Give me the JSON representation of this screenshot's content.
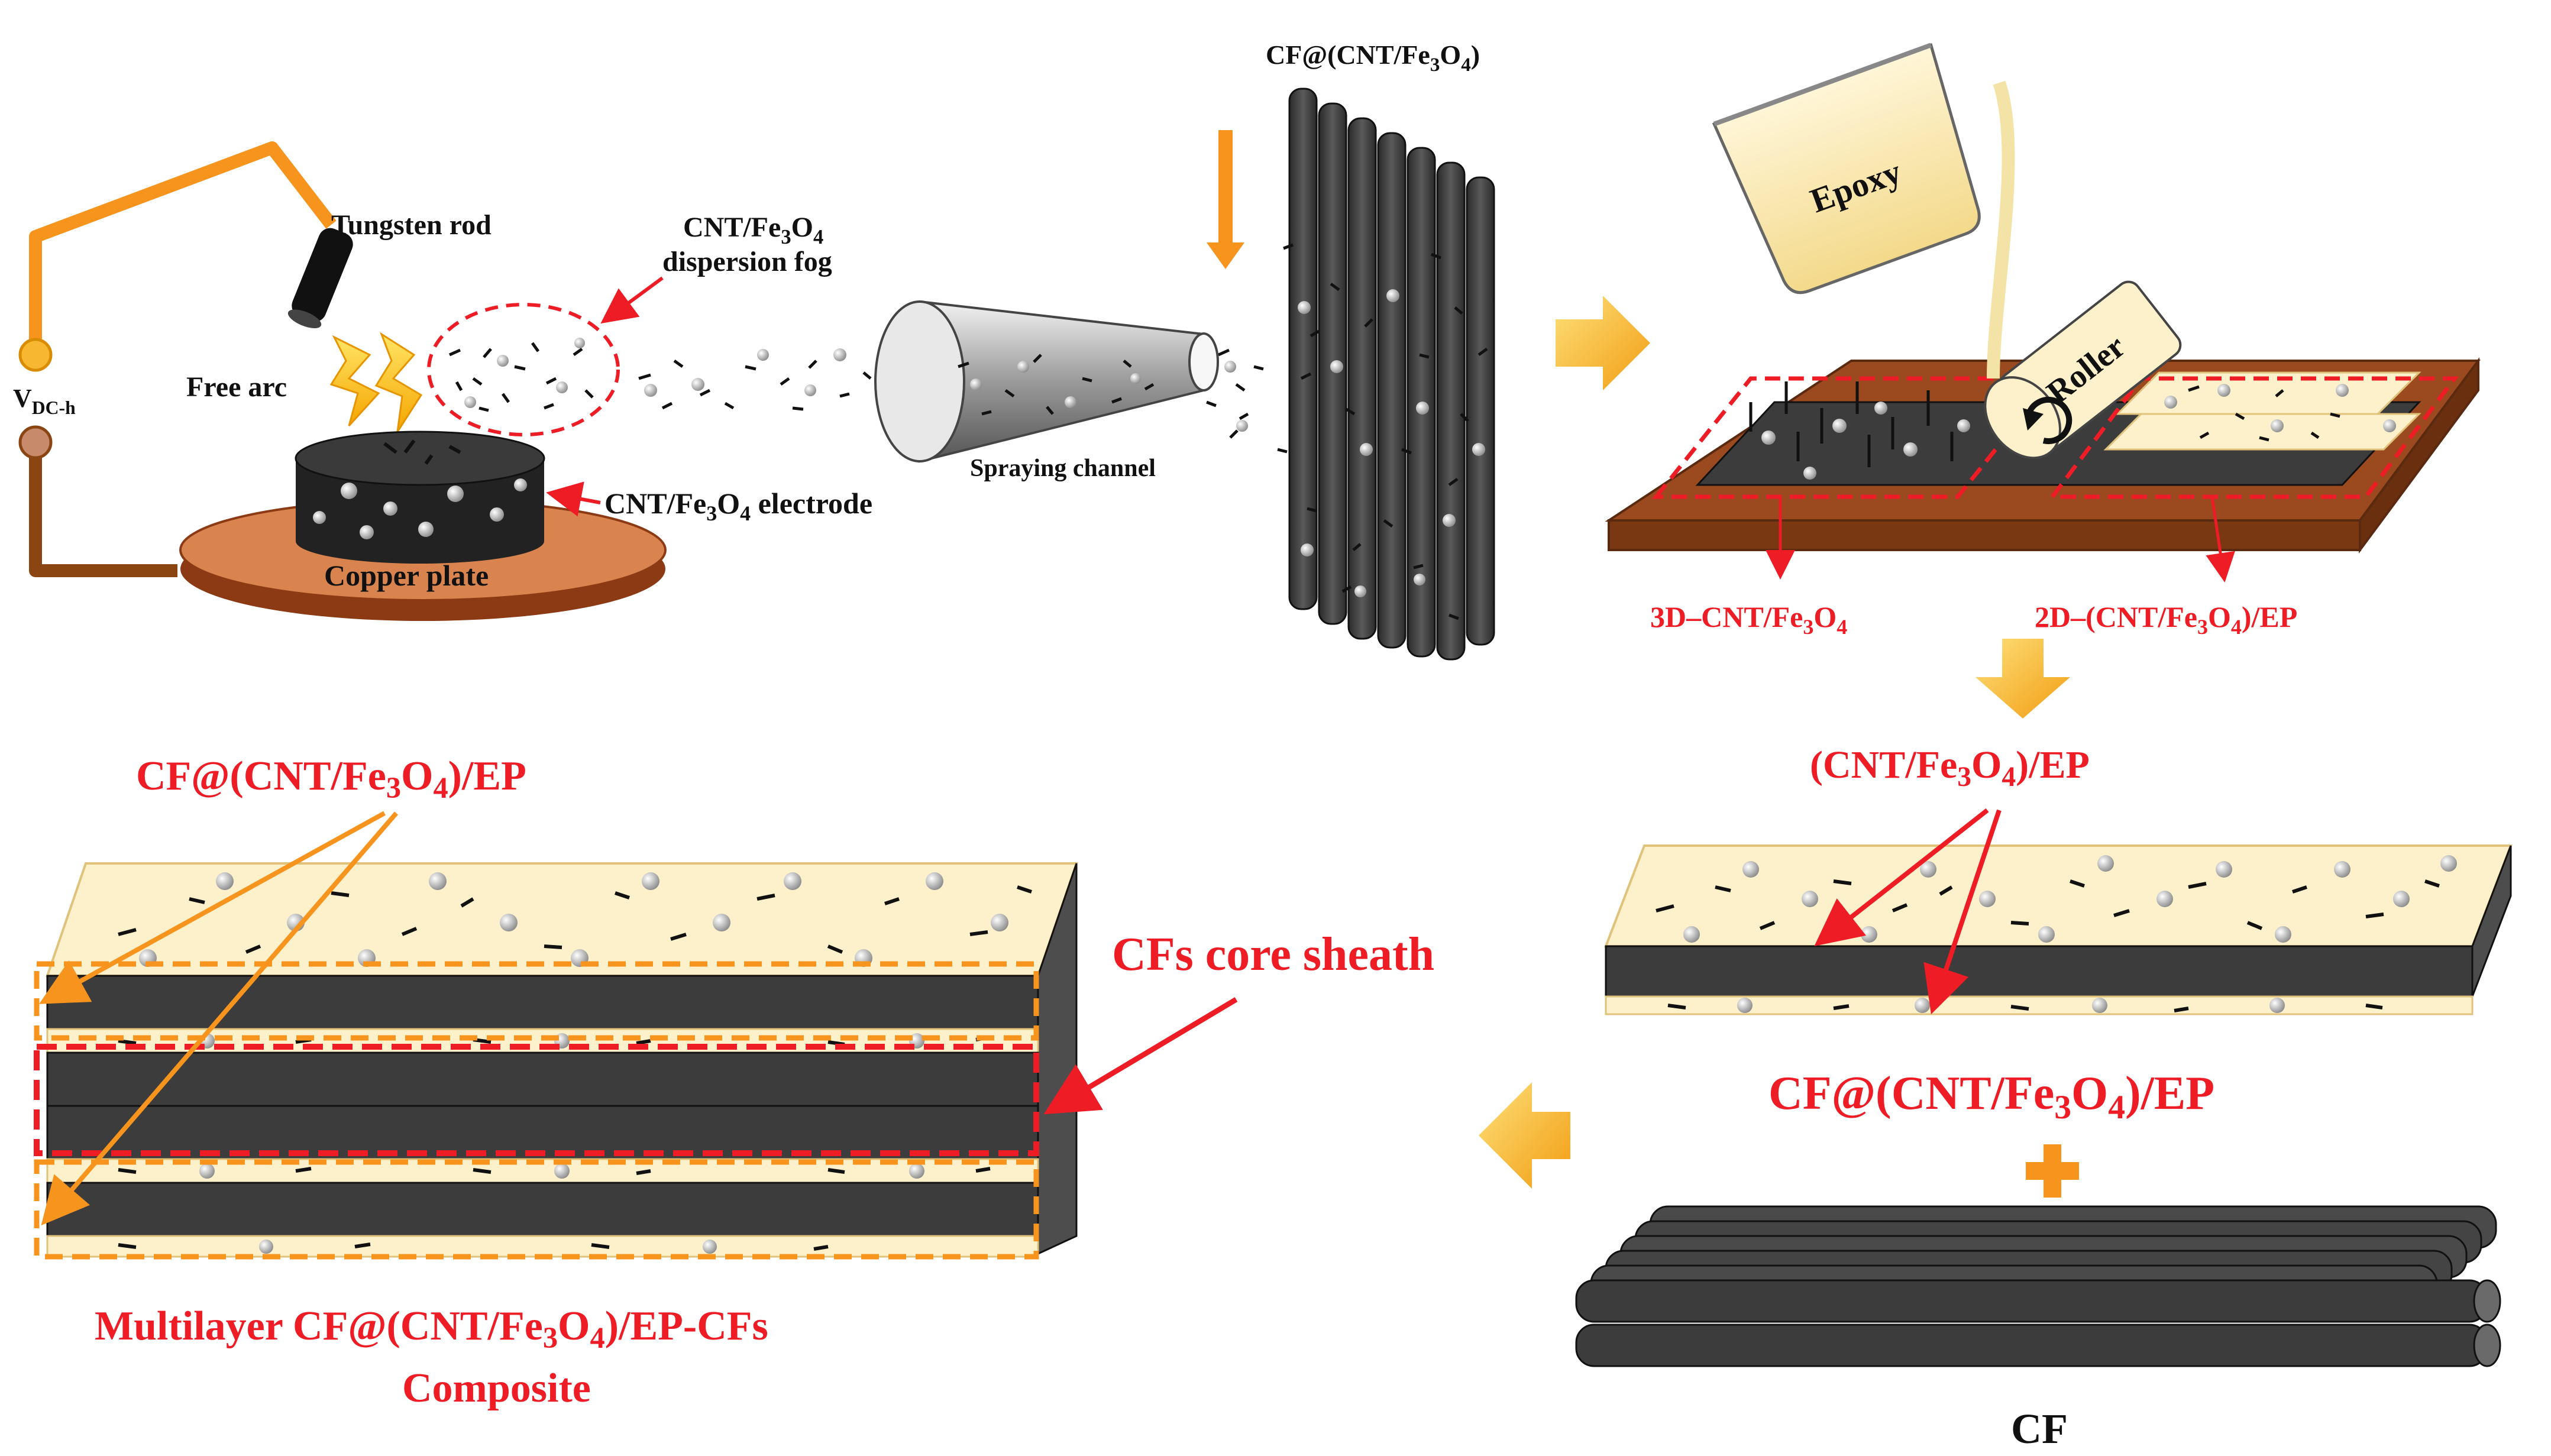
{
  "labels": {
    "tungsten_rod": "Tungsten rod",
    "free_arc": "Free arc",
    "vdc_main": "V",
    "vdc_sub": "DC-h",
    "copper_plate": "Copper plate",
    "electrode_a": "CNT/Fe",
    "electrode_b": "3",
    "electrode_c": "O",
    "electrode_d": "4",
    "electrode_e": " electrode",
    "fog_line1_a": "CNT/Fe",
    "fog_line1_b": "3",
    "fog_line1_c": "O",
    "fog_line1_d": "4",
    "fog_line2": "dispersion fog",
    "spraying_channel": "Spraying channel",
    "cf_top_a": "CF@(CNT/Fe",
    "cf_top_b": "3",
    "cf_top_c": "O",
    "cf_top_d": "4",
    "cf_top_e": ")",
    "epoxy": "Epoxy",
    "roller": "Roller",
    "label_3d_a": "3D–CNT/Fe",
    "label_3d_b": "3",
    "label_3d_c": "O",
    "label_3d_d": "4",
    "label_2d_a": "2D–(CNT/Fe",
    "label_2d_b": "3",
    "label_2d_c": "O",
    "label_2d_d": "4",
    "label_2d_e": ")/EP",
    "cntep_a": "(CNT/Fe",
    "cntep_b": "3",
    "cntep_c": "O",
    "cntep_d": "4",
    "cntep_e": ")/EP",
    "cfcntep_a": "CF@(CNT/Fe",
    "cfcntep_b": "3",
    "cfcntep_c": "O",
    "cfcntep_d": "4",
    "cfcntep_e": ")/EP",
    "cf": "CF",
    "left_title_a": "CF@(CNT/Fe",
    "left_title_b": "3",
    "left_title_c": "O",
    "left_title_d": "4",
    "left_title_e": ")/EP",
    "core_sheath": "CFs core sheath",
    "multi_line1_a": "Multilayer CF@(CNT/Fe",
    "multi_line1_b": "3",
    "multi_line1_c": "O",
    "multi_line1_d": "4",
    "multi_line1_e": ")/EP-CFs",
    "multi_line2": "Composite"
  },
  "colors": {
    "red": "#ee1c25",
    "orange_arrow": "#f5a623",
    "wire_orange": "#f7941d",
    "wire_brown": "#8b4513",
    "copper": "#c8642a",
    "fiber_dark": "#3c3c3c",
    "resin": "#fdf1cc",
    "board": "#9b4a1f"
  }
}
